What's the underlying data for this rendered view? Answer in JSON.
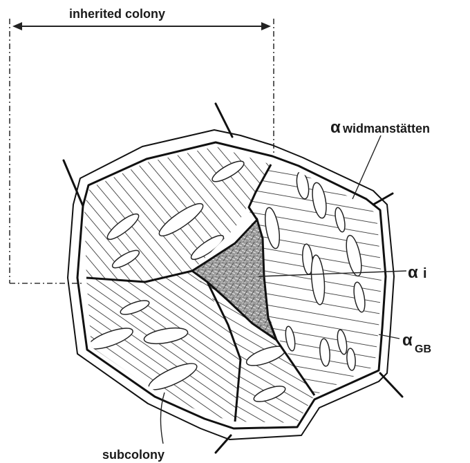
{
  "labels": {
    "inherited_colony": "inherited colony",
    "subcolony": "subcolony",
    "widmanstatten_symbol": "α",
    "widmanstatten_text": "widmanstätten",
    "alpha_i_symbol": "α",
    "alpha_i_text": "i",
    "alpha_gb_symbol": "α",
    "alpha_gb_sub": "GB"
  }
}
